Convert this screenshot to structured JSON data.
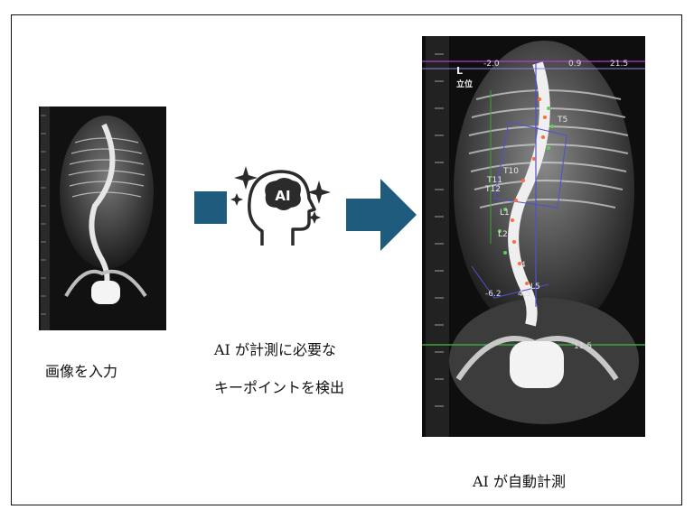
{
  "captions": {
    "input": "画像を入力",
    "ai_detect_line1": "AI が計測に必要な",
    "ai_detect_line2": "キーポイントを検出",
    "ai_measure": "AI が自動計測"
  },
  "icon": {
    "head_label": "AI",
    "name": "ai-head-icon"
  },
  "xray_right": {
    "side_marker": "L",
    "side_marker_sub": "立位",
    "angle_top_left": "-2.0",
    "angle_top_mid": "0.9",
    "angle_top_right": "21.5",
    "vertebra_labels": [
      "T5",
      "T10",
      "T11",
      "T12",
      "L1",
      "L2",
      "L3",
      "L4",
      "L5"
    ],
    "bottom_left_value": "-6.2",
    "bottom_mid_value": "4.5",
    "pelvis_value": "11.5"
  },
  "colors": {
    "arrow": "#1f5b7c",
    "icon": "#2b2b2b"
  }
}
